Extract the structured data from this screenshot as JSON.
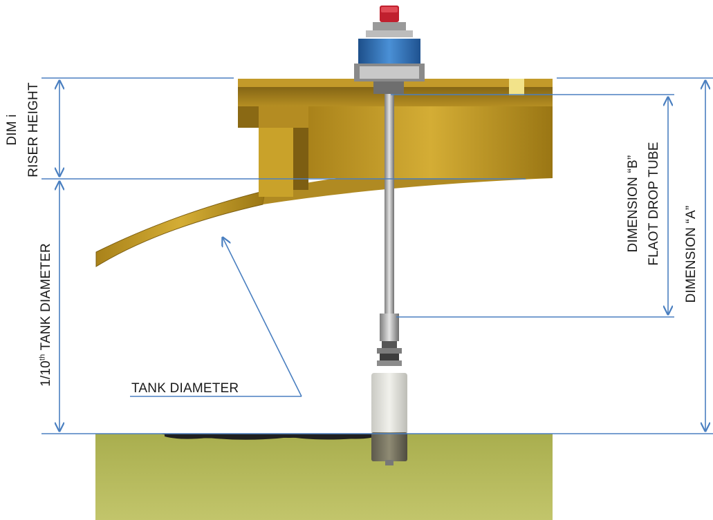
{
  "labels": {
    "dim_i": "DIM i",
    "riser_height": "RISER HEIGHT",
    "tenth_prefix": "1/10",
    "tenth_sup": "th",
    "tenth_suffix": " TANK DIAMETER",
    "tank_diameter": "TANK DIAMETER",
    "dimension_b": "DIMENSION “B”",
    "float_drop_tube": "FLAOT DROP TUBE",
    "dimension_a": "DIMENSION “A”"
  },
  "colors": {
    "dimension_line": "#4a7fc0",
    "tank_gold": "#c9a22a",
    "tank_gold_dark": "#8f6d12",
    "ground": "#b5b95a",
    "probe_head": "#2f6fb3",
    "cap_red": "#c0202e"
  }
}
